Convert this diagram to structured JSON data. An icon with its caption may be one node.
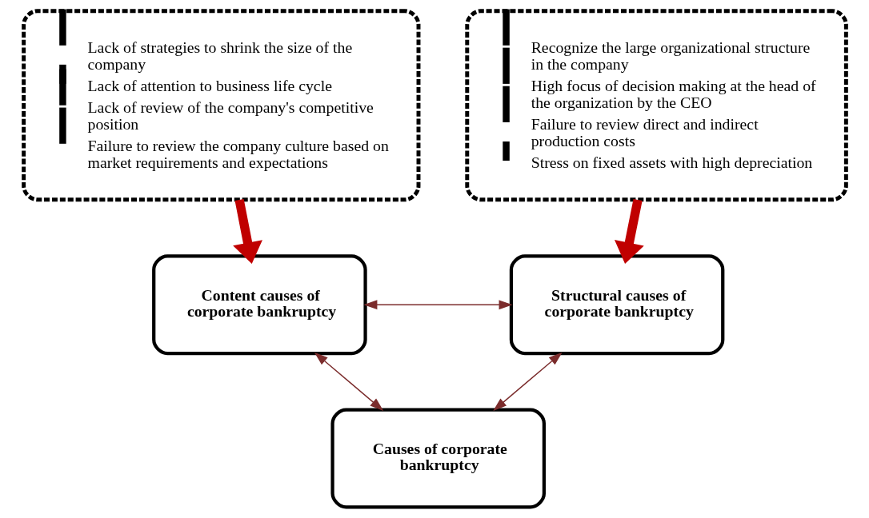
{
  "diagram": {
    "nodes": [
      {
        "text": [
          "Lack of strategies to shrink the size of the company",
          "Lack of attention to business life cycle",
          "Lack of review of the company's competitive position",
          "Failure to review the company culture based on market requirements and expectations"
        ]
      },
      {
        "text": [
          "Recognize the large organizational structure in the company",
          "High focus of decision making at the head of the organization by the CEO",
          "Failure to review direct and indirect production costs",
          "Stress on fixed assets with high depreciation"
        ]
      },
      {
        "text": [
          "Content causes of corporate bankruptcy"
        ]
      },
      {
        "text": [
          "Structural causes of corporate bankruptcy"
        ]
      },
      {
        "text": [
          "Causes of corporate bankruptcy"
        ]
      }
    ],
    "edges": [
      {
        "from": 0,
        "to": 2,
        "arrow": "to",
        "style": "thick",
        "color": "#c00000"
      },
      {
        "from": 1,
        "to": 3,
        "arrow": "to",
        "style": "thick",
        "color": "#c00000"
      },
      {
        "from": 2,
        "to": 3,
        "arrow": "both"
      },
      {
        "from": 2,
        "to": 4,
        "arrow": "both"
      },
      {
        "from": 3,
        "to": 4,
        "arrow": "both"
      }
    ]
  }
}
